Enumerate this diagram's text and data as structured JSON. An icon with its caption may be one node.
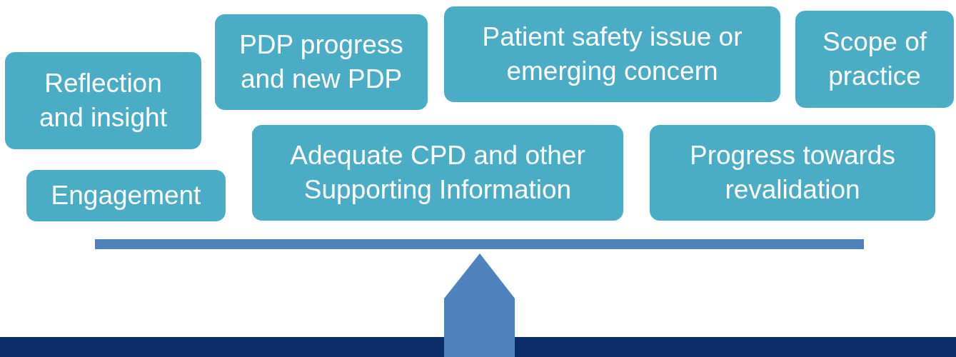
{
  "diagram": {
    "nodes": [
      {
        "text": [
          "Reflection and insight"
        ]
      },
      {
        "text": [
          "PDP progress and new PDP"
        ]
      },
      {
        "text": [
          "Patient safety issue or emerging concern"
        ]
      },
      {
        "text": [
          "Scope of practice"
        ]
      },
      {
        "text": [
          "Engagement"
        ]
      },
      {
        "text": [
          "Adequate CPD and other Supporting Information"
        ]
      },
      {
        "text": [
          "Progress towards revalidation"
        ]
      }
    ]
  }
}
